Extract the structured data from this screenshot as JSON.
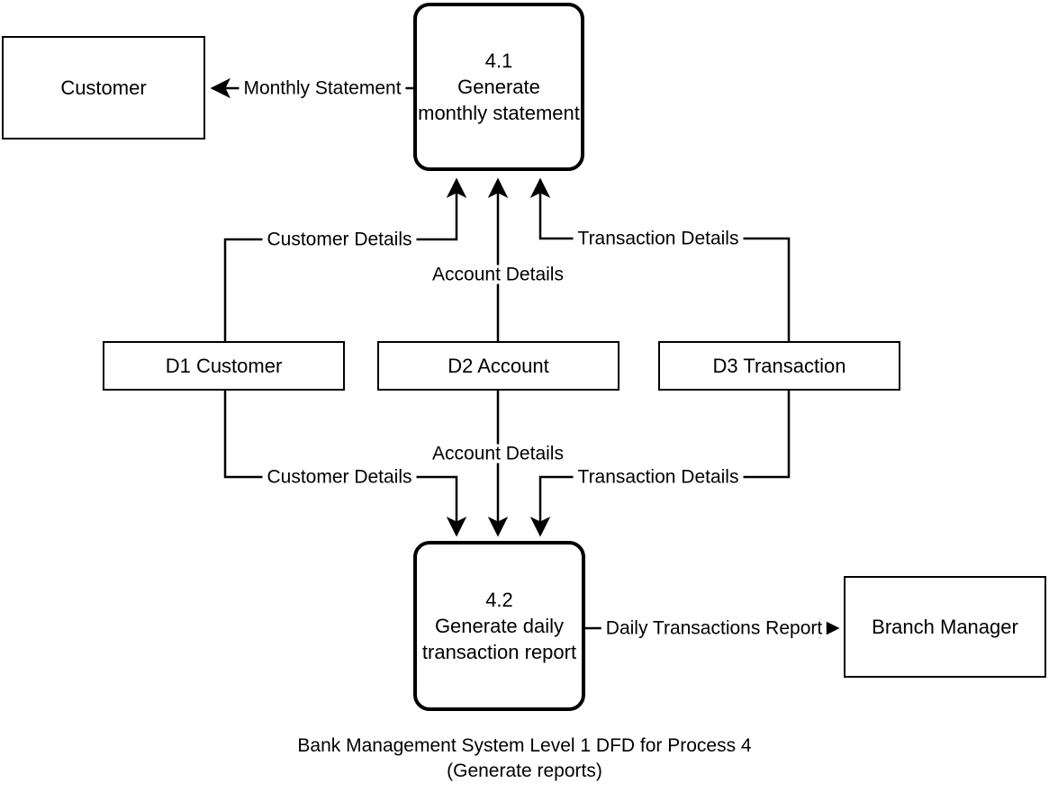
{
  "diagram": {
    "type": "data-flow-diagram",
    "caption_line_1": "Bank Management System Level 1 DFD for Process 4",
    "caption_line_2": "(Generate reports)",
    "stroke_color": "#000000",
    "background_color": "#ffffff"
  },
  "entities": {
    "customer": {
      "label": "Customer"
    },
    "branch_manager": {
      "label": "Branch Manager"
    }
  },
  "processes": {
    "p41": {
      "number": "4.1",
      "line1": "Generate",
      "line2": "monthly statement"
    },
    "p42": {
      "number": "4.2",
      "line1": "Generate daily",
      "line2": "transaction report"
    }
  },
  "data_stores": {
    "d1": {
      "label": "D1 Customer"
    },
    "d2": {
      "label": "D2 Account"
    },
    "d3": {
      "label": "D3 Transaction"
    }
  },
  "flows": {
    "monthly_statement": "Monthly Statement",
    "customer_details_up": "Customer Details",
    "account_details_up": "Account Details",
    "transaction_details_up": "Transaction Details",
    "customer_details_down": "Customer Details",
    "account_details_down": "Account Details",
    "transaction_details_down": "Transaction Details",
    "daily_transactions_report": "Daily Transactions Report"
  }
}
